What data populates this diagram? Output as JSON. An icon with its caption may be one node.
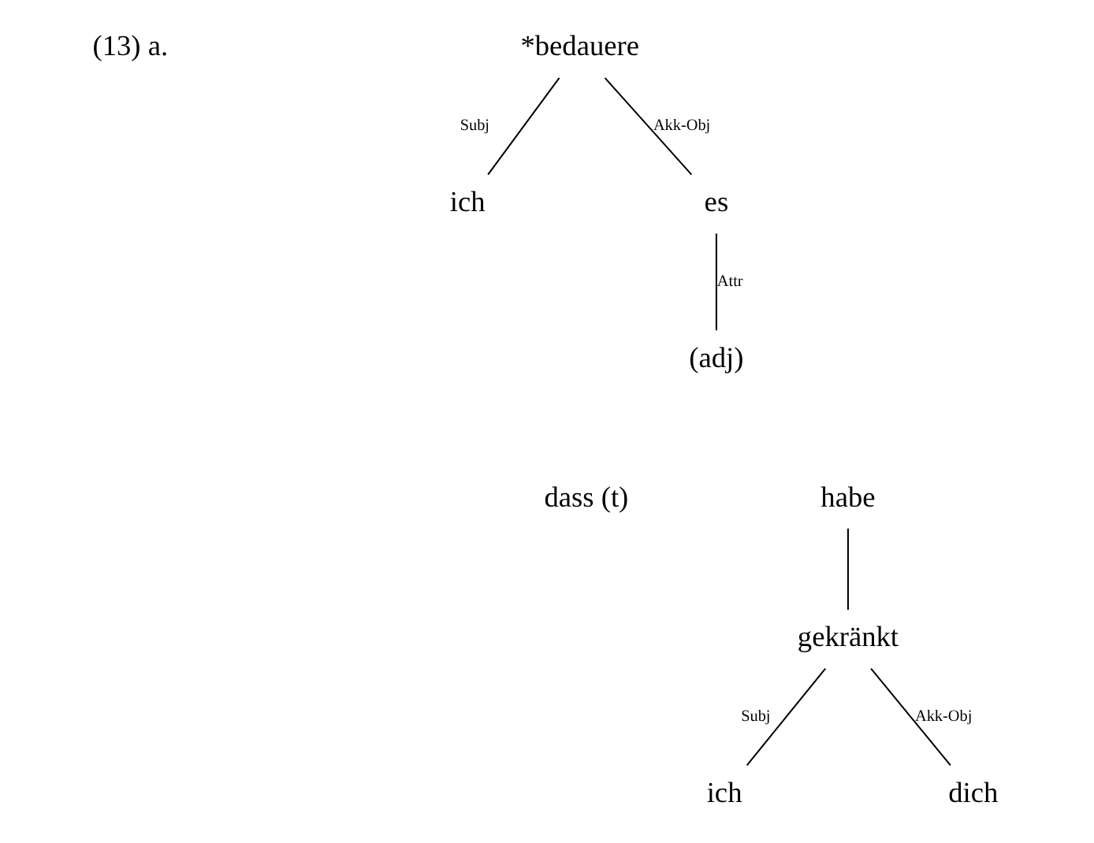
{
  "diagram": {
    "nodes": [
      {
        "text": [
          "*bedauere"
        ]
      },
      {
        "text": [
          "ich"
        ]
      },
      {
        "text": [
          "es"
        ]
      },
      {
        "text": [
          "(adj)"
        ]
      },
      {
        "text": [
          "dass (t)"
        ]
      },
      {
        "text": [
          "habe"
        ]
      },
      {
        "text": [
          "gekränkt"
        ]
      },
      {
        "text": [
          "ich"
        ]
      },
      {
        "text": [
          "dich"
        ]
      }
    ],
    "edges": [
      {
        "from": 0,
        "to": 1,
        "arrow": "none",
        "label": "Subj"
      },
      {
        "from": 0,
        "to": 2,
        "arrow": "none",
        "label": "Akk-Obj"
      },
      {
        "from": 2,
        "to": 3,
        "arrow": "none",
        "label": "Attr"
      },
      {
        "from": 5,
        "to": 6,
        "arrow": "none"
      },
      {
        "from": 6,
        "to": 7,
        "arrow": "none",
        "label": "Subj"
      },
      {
        "from": 6,
        "to": 8,
        "arrow": "none",
        "label": "Akk-Obj"
      }
    ],
    "labels": [
      "(13) a."
    ]
  }
}
